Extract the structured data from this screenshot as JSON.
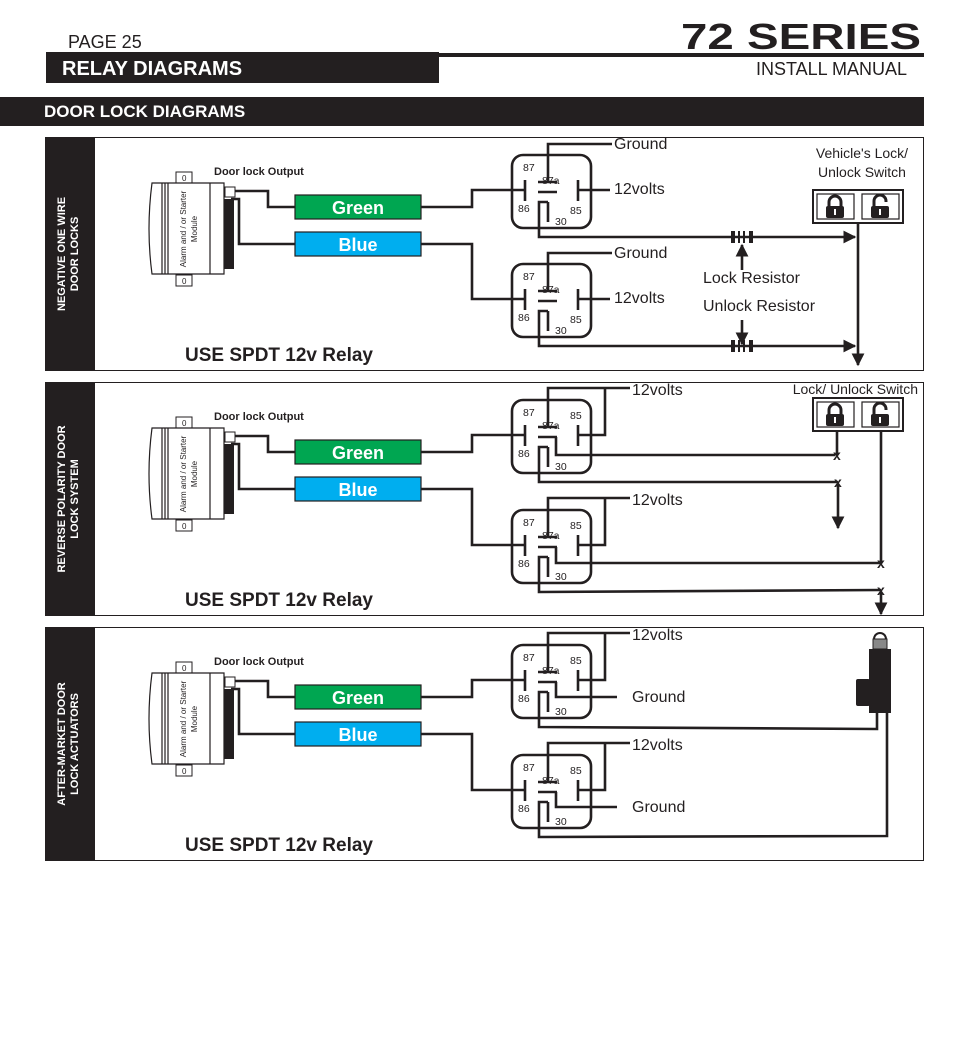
{
  "header": {
    "page": "PAGE 25",
    "section": "RELAY DIAGRAMS",
    "series": "72 SERIES",
    "manual": "INSTALL MANUAL"
  },
  "subsection": "DOOR LOCK DIAGRAMS",
  "common": {
    "door_lock_output": "Door lock Output",
    "module_line1": "Alarm and / or Starter",
    "module_line2": "Module",
    "module_tab": "0",
    "green": "Green",
    "blue": "Blue",
    "relay_note": "USE SPDT 12v Relay",
    "pins": {
      "p87": "87",
      "p87a": "87a",
      "p86": "86",
      "p85": "85",
      "p30": "30"
    },
    "marker_x": "x"
  },
  "colors": {
    "green": "#00a651",
    "blue": "#00aeef",
    "dark": "#231f20"
  },
  "panels": [
    {
      "side_label": [
        "NEGATIVE ONE WIRE",
        "DOOR LOCKS"
      ],
      "relay_labels": [
        {
          "top": "Ground",
          "side": "12volts"
        },
        {
          "top": "Ground",
          "side": "12volts"
        }
      ],
      "switch_label": [
        "Vehicle's Lock/",
        "Unlock Switch"
      ],
      "lock_resistor": "Lock Resistor",
      "unlock_resistor": "Unlock Resistor"
    },
    {
      "side_label": [
        "REVERSE POLARITY DOOR",
        "LOCK SYSTEM"
      ],
      "relay_labels": [
        {
          "top": "12volts"
        },
        {
          "top": "12volts"
        }
      ],
      "switch_label": [
        "Lock/ Unlock Switch"
      ]
    },
    {
      "side_label": [
        "AFTER-MARKET DOOR",
        "LOCK ACTUATORS"
      ],
      "relay_labels": [
        {
          "top": "12volts",
          "side": "Ground"
        },
        {
          "top": "12volts",
          "side": "Ground"
        }
      ]
    }
  ]
}
